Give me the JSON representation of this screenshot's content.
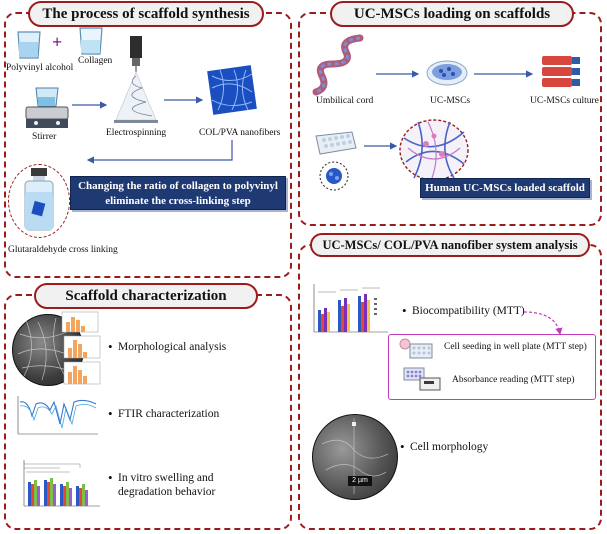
{
  "colors": {
    "panel_border": "#9b1c1c",
    "accent_blue": "#1f3a73",
    "arrow": "#3a5ba8",
    "mtt_border": "#c23dbb"
  },
  "synthesis": {
    "title": "The process of scaffold synthesis",
    "polyvinyl_alcohol": "Polyvinyl alcohol",
    "plus": "+",
    "collagen": "Collagen",
    "stirrer": "Stirrer",
    "electrospinning": "Electrospinning",
    "nanofibers": "COL/PVA nanofibers",
    "changing_line1": "Changing the ratio of collagen to polyvinyl",
    "changing_line2": "eliminate the cross-linking step",
    "glutaraldehyde": "Glutaraldehyde cross linking"
  },
  "loading": {
    "title": "UC-MSCs loading on scaffolds",
    "umbilical": "Umbilical cord",
    "ucmscs": "UC-MSCs",
    "culture": "UC-MSCs culture",
    "loaded": "Human UC-MSCs loaded scaffold"
  },
  "characterization": {
    "title": "Scaffold characterization",
    "morph": "Morphological analysis",
    "ftir": "FTIR characterization",
    "swelling_line1": "In vitro swelling and",
    "swelling_line2": "degradation behavior"
  },
  "analysis": {
    "title": "UC-MSCs/ COL/PVA nanofiber system analysis",
    "biocompat": "Biocompatibility (MTT)",
    "seeding": "Cell seeding in well plate (MTT step)",
    "absorbance": "Absorbance reading (MTT step)",
    "morphology": "Cell morphology",
    "scale_bar": "2 µm"
  }
}
